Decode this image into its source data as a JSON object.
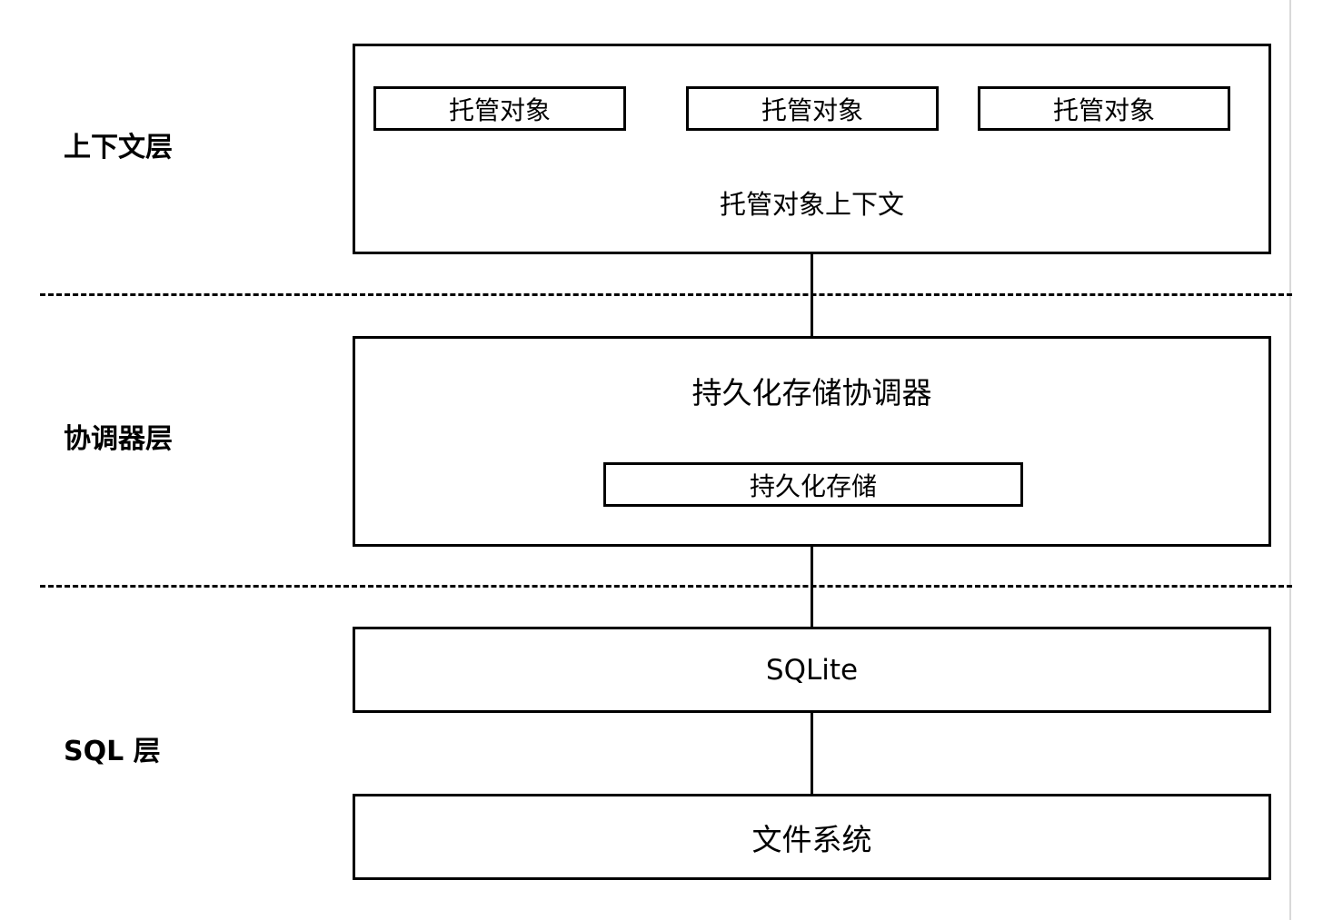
{
  "layers": {
    "context_layer": "上下文层",
    "coordinator_layer": "协调器层",
    "sql_layer": "SQL 层"
  },
  "context": {
    "managed_objects": [
      "托管对象",
      "托管对象",
      "托管对象"
    ],
    "context_label": "托管对象上下文"
  },
  "coordinator": {
    "coordinator_label": "持久化存储协调器",
    "store_label": "持久化存储"
  },
  "sql": {
    "sqlite_label": "SQLite",
    "filesystem_label": "文件系统"
  }
}
